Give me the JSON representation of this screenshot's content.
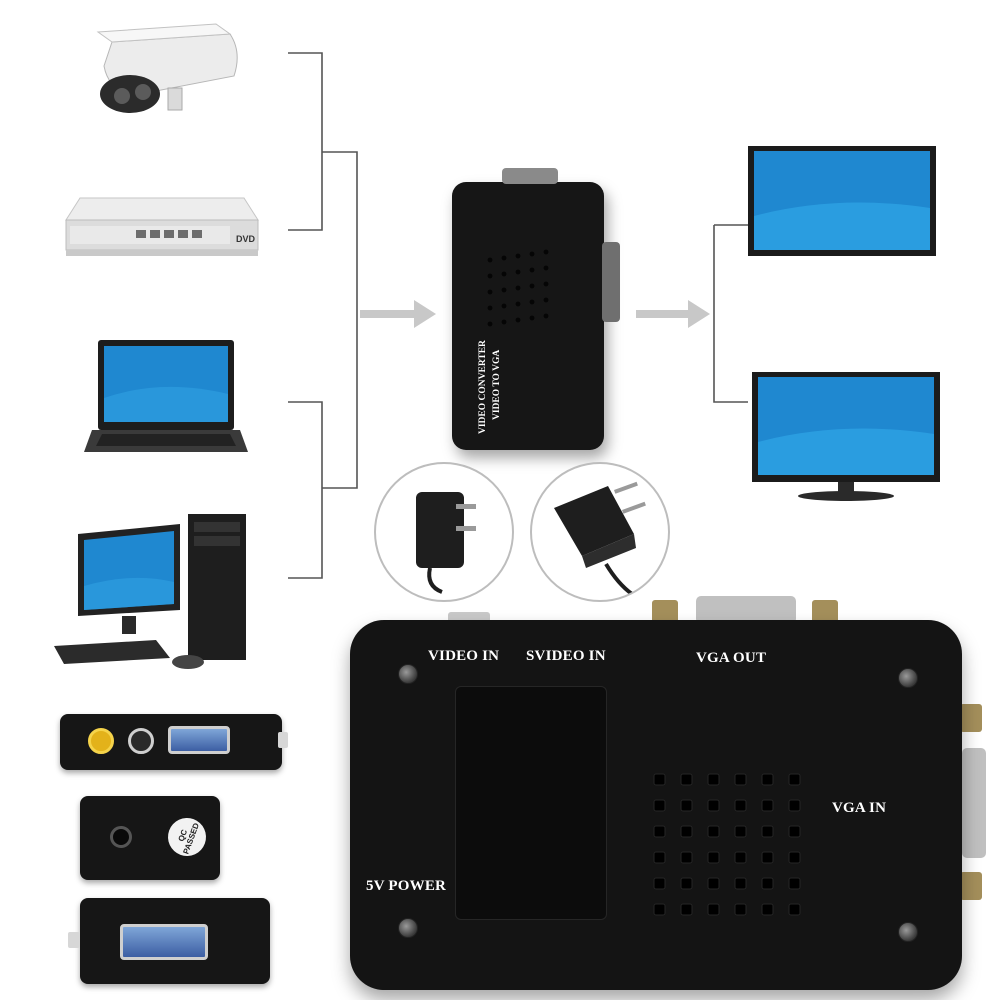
{
  "big_device": {
    "video_in_label": "VIDEO IN",
    "svideo_in_label": "SVIDEO IN",
    "vga_out_label": "VGA OUT",
    "vga_in_label": "VGA IN",
    "power_label": "5V POWER"
  },
  "converter": {
    "line1": "VIDEO CONVERTER",
    "line2": "VIDEO TO VGA"
  },
  "qc_badge": {
    "line1": "QC",
    "line2": "PASSED"
  },
  "dvd_player": {
    "badge": "DVD"
  },
  "sources": [
    "security camera",
    "DVD player",
    "laptop",
    "desktop computer"
  ],
  "outputs": [
    "monitor",
    "TV"
  ],
  "colors": {
    "device_body": "#141414",
    "label_text": "#ffffff",
    "vga_port": "#4a6fb5",
    "screen_blue": "#1f88d0",
    "arrow_gray": "#c8c8c8",
    "connector_line": "#555555"
  }
}
